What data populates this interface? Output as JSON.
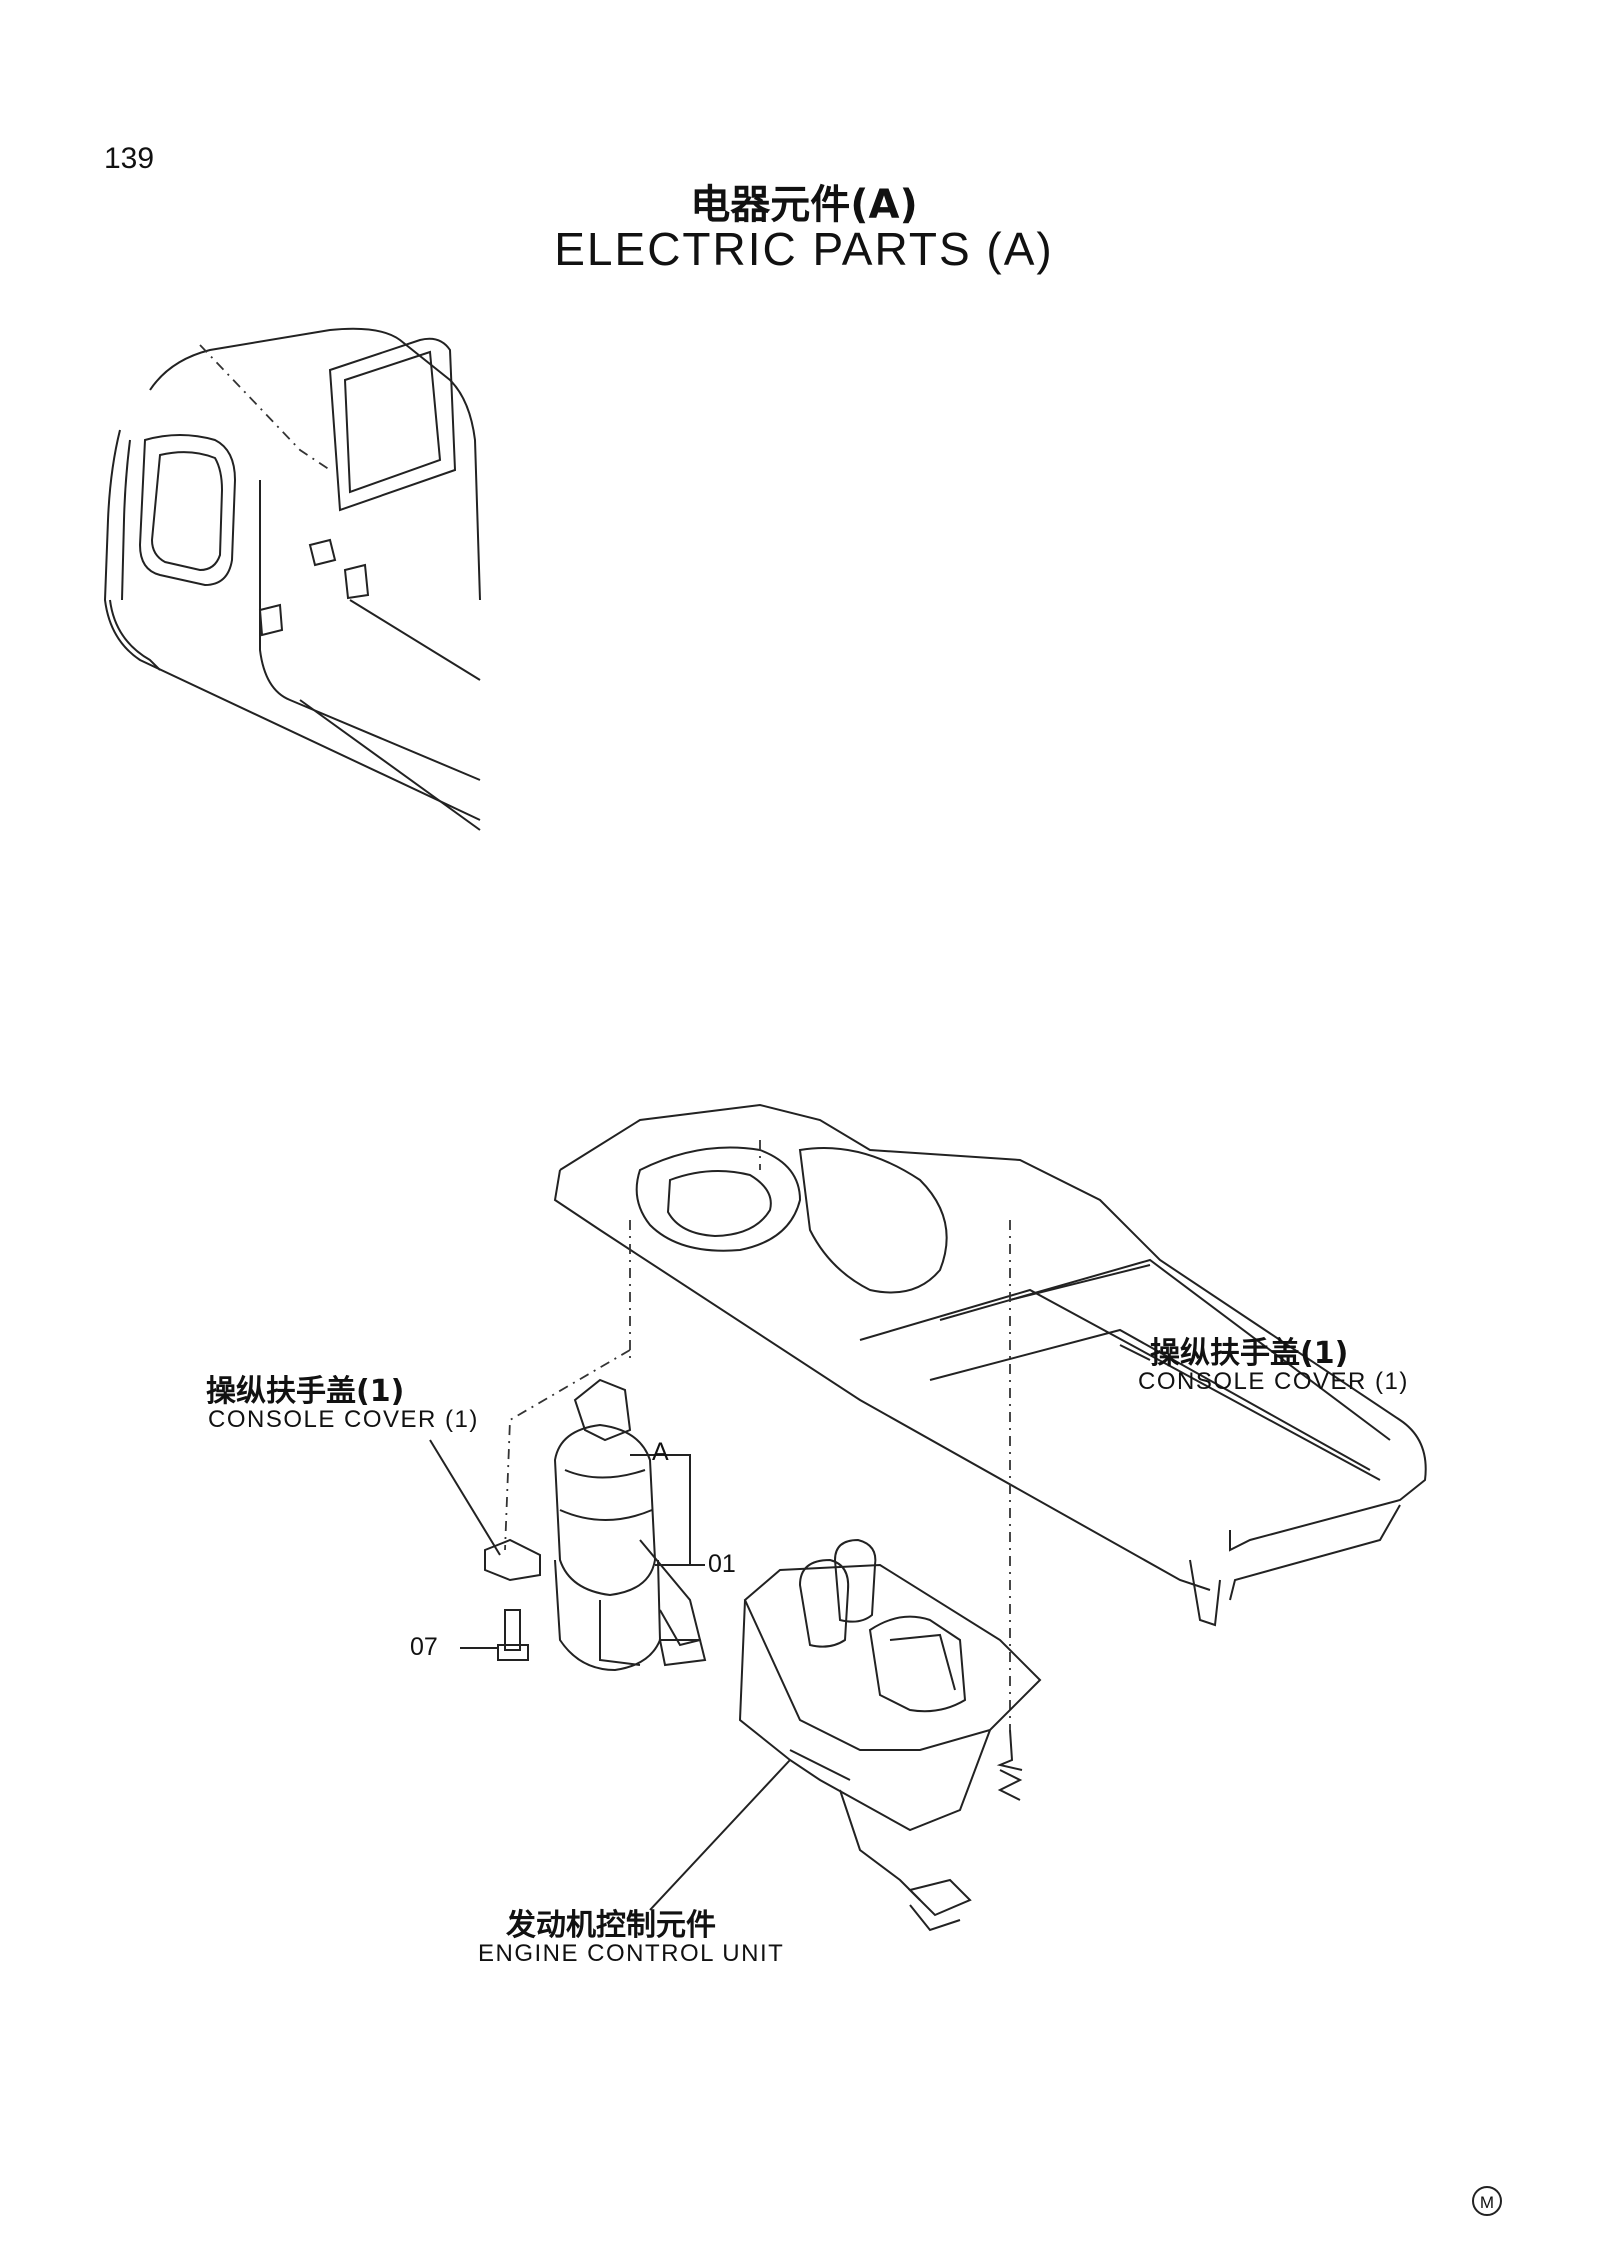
{
  "page": {
    "number": "139"
  },
  "title": {
    "zh": "电器元件(A)",
    "en": "ELECTRIC PARTS (A)"
  },
  "labels": {
    "console_left": {
      "zh": "操纵扶手盖(1)",
      "en": "CONSOLE COVER (1)"
    },
    "console_right": {
      "zh": "操纵扶手盖(1)",
      "en": "CONSOLE COVER (1)"
    },
    "engine_unit": {
      "zh": "发动机控制元件",
      "en": "ENGINE CONTROL UNIT"
    }
  },
  "callouts": {
    "a": "A",
    "part01": "01",
    "part07": "07"
  },
  "footer": {
    "mark": "M"
  }
}
